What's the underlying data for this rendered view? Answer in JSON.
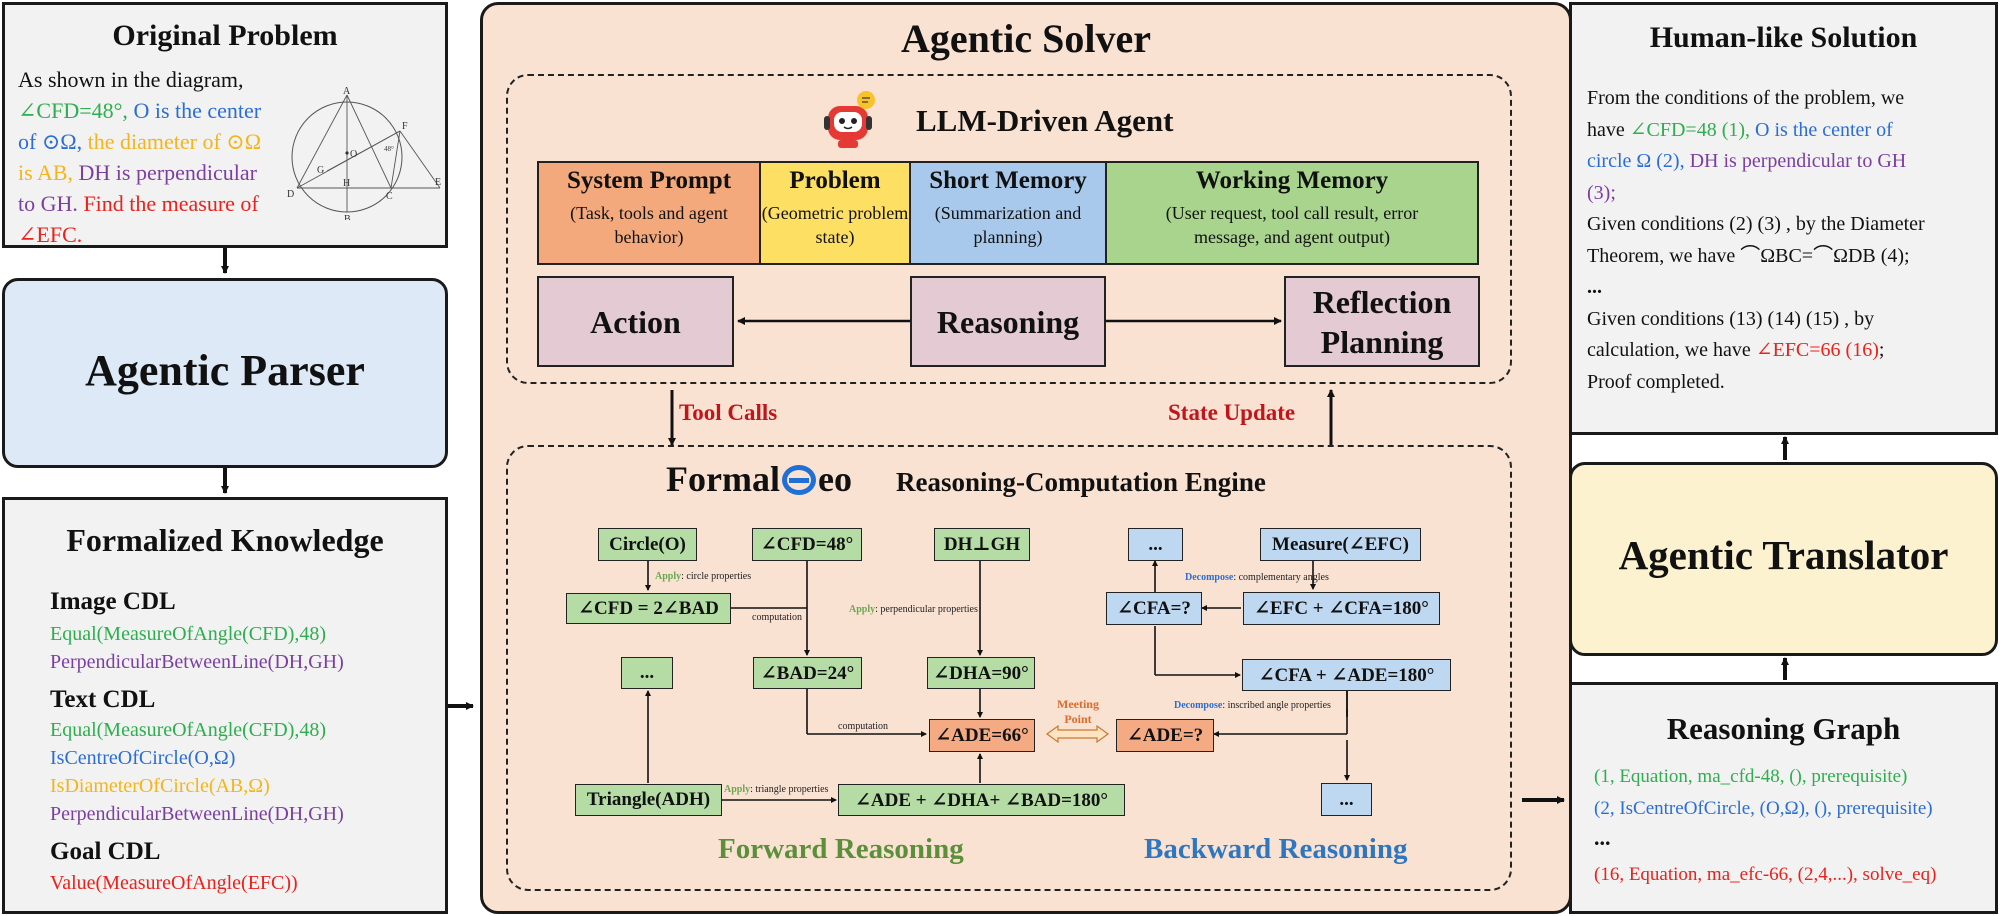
{
  "original_problem": {
    "title": "Original Problem",
    "text_plain1": "As shown in the diagram,",
    "cfd": "∠CFD=48°,",
    "center": "O is the center",
    "of_omega": "of ⊙Ω,",
    "diameter": "the diameter of ⊙Ω",
    "is_ab": "is AB,",
    "dh": "DH is perpendicular",
    "to_gh": "to GH.",
    "find": "Find the measure of",
    "efc": "∠EFC",
    "period": ".",
    "figure_labels": [
      "A",
      "O",
      "G",
      "F",
      "48°",
      "H",
      "D",
      "C",
      "E",
      "B"
    ]
  },
  "agentic_parser": {
    "title": "Agentic Parser"
  },
  "formalized_knowledge": {
    "title": "Formalized Knowledge",
    "image_cdl_head": "Image CDL",
    "image_cdl": [
      "Equal(MeasureOfAngle(CFD),48)",
      "PerpendicularBetweenLine(DH,GH)"
    ],
    "text_cdl_head": "Text CDL",
    "text_cdl": [
      "Equal(MeasureOfAngle(CFD),48)",
      "IsCentreOfCircle(O,Ω)",
      "IsDiameterOfCircle(AB,Ω)",
      "PerpendicularBetweenLine(DH,GH)"
    ],
    "goal_cdl_head": "Goal CDL",
    "goal_cdl": "Value(MeasureOfAngle(EFC))"
  },
  "agentic_solver": {
    "title": "Agentic Solver",
    "agent_title": "LLM-Driven Agent",
    "memory": [
      {
        "head": "System Prompt",
        "sub": "(Task, tools and agent behavior)"
      },
      {
        "head": "Problem",
        "sub": "(Geometric problem state)"
      },
      {
        "head": "Short Memory",
        "sub": "(Summarization and planning)"
      },
      {
        "head": "Working Memory",
        "sub": "(User request, tool call result, error message,  and agent output)"
      }
    ],
    "action": "Action",
    "reasoning": "Reasoning",
    "reflection": "Reflection Planning",
    "tool_calls": "Tool Calls",
    "state_update": "State Update",
    "engine_logo_left": "Formal",
    "engine_logo_right": "eo",
    "engine_title": "Reasoning-Computation Engine",
    "forward": "Forward Reasoning",
    "backward": "Backward Reasoning",
    "meeting_point": "Meeting Point",
    "nodes": {
      "circle_o": "Circle(O)",
      "cfd48": "∠CFD=48°",
      "dh_gh": "DH⊥GH",
      "cfd_2bad": "∠CFD = 2∠BAD",
      "dots_fwd": "...",
      "bad24": "∠BAD=24°",
      "dha90": "∠DHA=90°",
      "ade66": "∠ADE=66°",
      "triangle": "Triangle(ADH)",
      "sum_fwd": "∠ADE + ∠DHA+ ∠BAD=180°",
      "dots_top": "...",
      "measure_efc": "Measure(∠EFC)",
      "cfa_q": "∠CFA=?",
      "efc_cfa": "∠EFC + ∠CFA=180°",
      "cfa_ade": "∠CFA + ∠ADE=180°",
      "ade_q": "∠ADE=?",
      "dots_bot": "..."
    },
    "edge_labels": {
      "apply": "Apply",
      "circle_props": ": circle properties",
      "computation1": "computation",
      "perp_props": ": perpendicular properties",
      "computation2": "computation",
      "tri_props": ": triangle properties",
      "decompose": "Decompose",
      "comp_angles": ": complementary angles",
      "inscribed": ": inscribed angle properties"
    }
  },
  "human_like_solution": {
    "title": "Human-like Solution",
    "l1": "From the conditions of the problem, we",
    "l2a": "have ",
    "l2b": "∠CFD=48 (1), ",
    "l2c": "O is the center of",
    "l3a": "circle Ω (2), ",
    "l3b": "DH is perpendicular to GH",
    "l4": "(3);",
    "l5": "Given conditions (2) (3) , by the Diameter",
    "l6": "Theorem, we have ⌒ΩBC=⌒ΩDB (4);",
    "l7": "...",
    "l8": "Given conditions  (13) (14) (15) , by",
    "l9a": "calculation, we have ",
    "l9b": "∠EFC=66 (16)",
    "l9c": ";",
    "l10": "Proof completed."
  },
  "agentic_translator": {
    "title": "Agentic Translator"
  },
  "reasoning_graph": {
    "title": "Reasoning Graph",
    "rows": [
      "(1, Equation, ma_cfd-48, (), prerequisite)",
      "(2, IsCentreOfCircle, (O,Ω), (), prerequisite)",
      "...",
      "(16, Equation, ma_efc-66, (2,4,...), solve_eq)"
    ]
  },
  "colors": {
    "green": "#2eae4f",
    "blue": "#2a6ed5",
    "yellow": "#f3b51a",
    "purple": "#7b3fa0",
    "red": "#e8221c",
    "solver_bg": "#fae2d3",
    "parser_bg": "#dde9f6",
    "translator_bg": "#fdf2cf"
  }
}
